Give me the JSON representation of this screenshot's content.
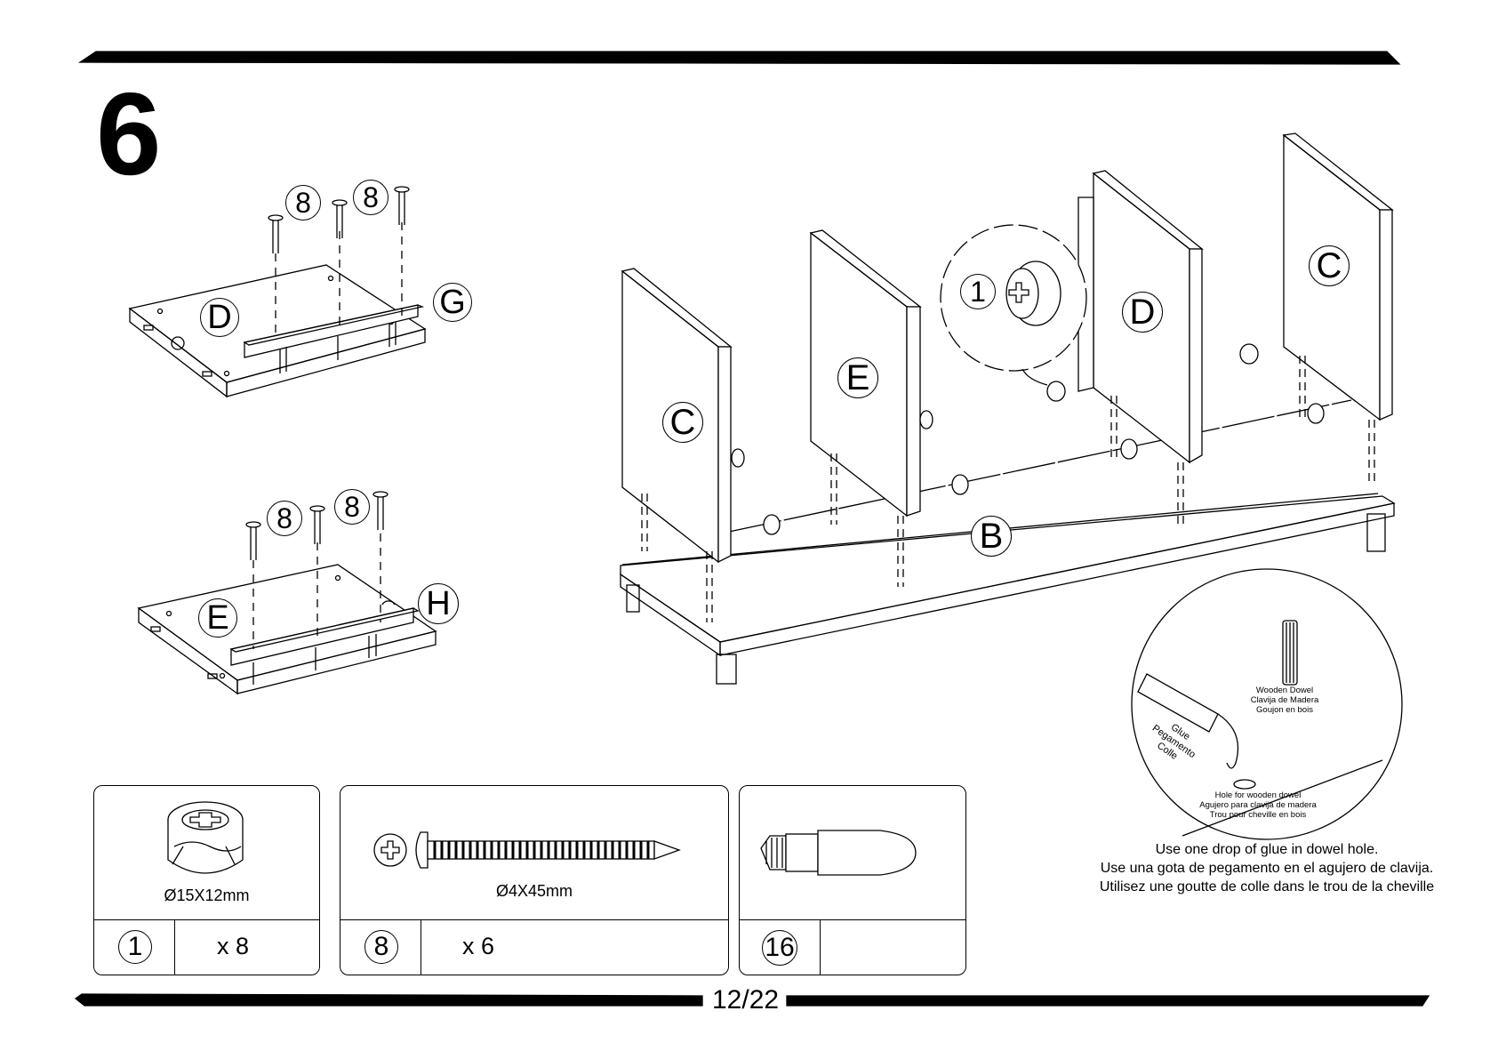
{
  "step_number": "6",
  "page_number": "12/22",
  "instructions": [
    "Use one drop of glue in dowel hole.",
    "Use una gota de pegamento en el agujero de clavija.",
    "Utilisez une goutte de colle dans le trou de la cheville"
  ],
  "panel_labels": {
    "top_left_panel": "D",
    "top_left_rail": "G",
    "bottom_left_panel": "E",
    "bottom_left_rail": "H",
    "main_left": "C",
    "main_second": "E",
    "main_third": "D",
    "main_right": "C",
    "main_base": "B"
  },
  "part_callouts": {
    "screw": "8",
    "cam_lock": "1"
  },
  "detail_annotations": {
    "dowel": [
      "Wooden Dowel",
      "Clavija de Madera",
      "Goujon en bois"
    ],
    "glue": [
      "Glue",
      "Pegamento",
      "Colle"
    ],
    "hole": [
      "Hole for wooden dowel",
      "Agujero para clavija de madera",
      "Trou pour cheville en bois"
    ]
  },
  "parts": [
    {
      "number": "1",
      "dimension": "Ø15X12mm",
      "quantity": "x 8"
    },
    {
      "number": "8",
      "dimension": "Ø4X45mm",
      "quantity": "x 6"
    },
    {
      "number": "16",
      "dimension": "",
      "quantity": ""
    }
  ]
}
